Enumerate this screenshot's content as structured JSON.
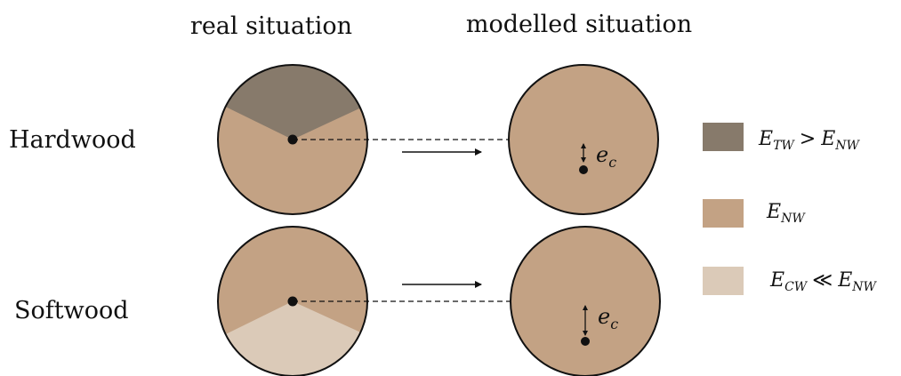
{
  "headers": {
    "real": "real situation",
    "modelled": "modelled situation"
  },
  "rows": {
    "hardwood": "Hardwood",
    "softwood": "Softwood"
  },
  "eccentricity": {
    "symbol": "e",
    "subscript": "c"
  },
  "legend": [
    {
      "color": "#877a6b",
      "lhs": "E",
      "lhs_sub": "TW",
      "op": ">",
      "rhs": "E",
      "rhs_sub": "NW"
    },
    {
      "color": "#c3a284",
      "lhs": "E",
      "lhs_sub": "NW",
      "op": "",
      "rhs": "",
      "rhs_sub": ""
    },
    {
      "color": "#dbcab8",
      "lhs": "E",
      "lhs_sub": "CW",
      "op": "≪",
      "rhs": "E",
      "rhs_sub": "NW"
    }
  ],
  "colors": {
    "tension_wood": "#877a6b",
    "normal_wood": "#c3a284",
    "compression_wood": "#dbcab8",
    "outline": "#111111"
  }
}
